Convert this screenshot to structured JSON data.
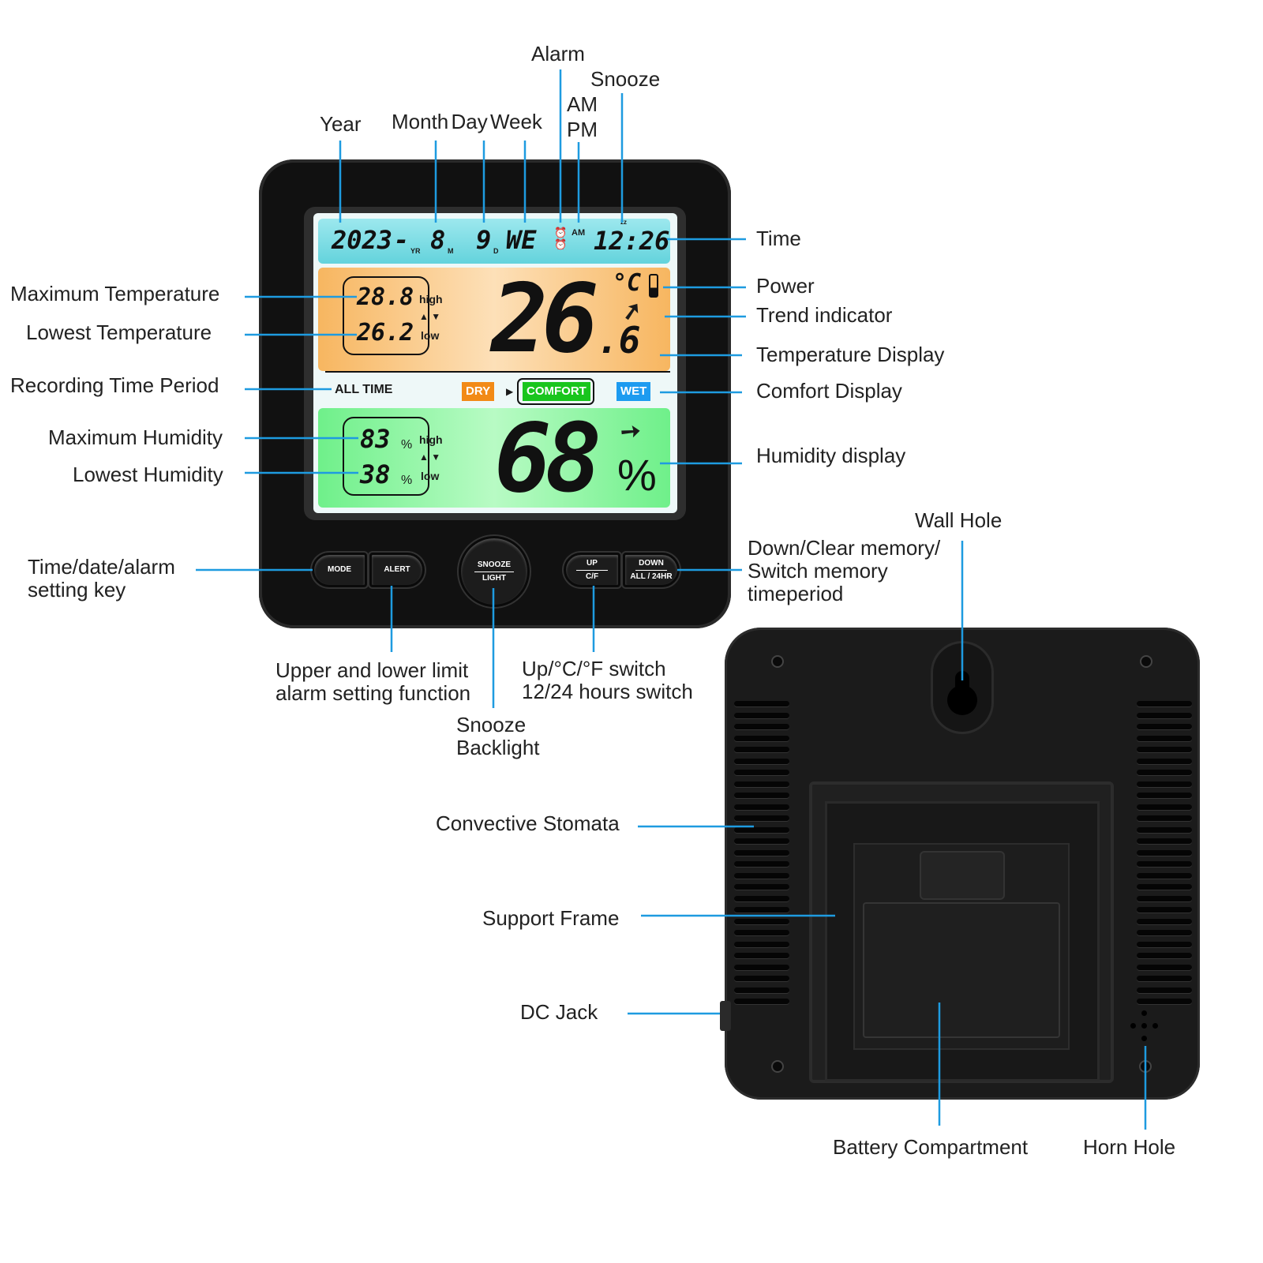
{
  "display": {
    "year": "2023",
    "year_unit": "YR",
    "month": "8",
    "month_unit": "M",
    "day": "9",
    "day_unit": "D",
    "weekday": "WE",
    "ampm": "AM",
    "time": "12:26",
    "snooze_mark": "zz",
    "max_temp": "28.8",
    "min_temp": "26.2",
    "temp_unit": "°C",
    "high": "high",
    "low": "low",
    "temperature": "26",
    "temperature_decimal": ".6",
    "period": "ALL TIME",
    "comfort": {
      "dry": "DRY",
      "comfort": "COMFORT",
      "wet": "WET",
      "dry_color": "#f28a16",
      "comfort_color": "#19c51d",
      "wet_color": "#1d9bf0"
    },
    "max_humidity": "83",
    "min_humidity": "38",
    "hum_unit": "%",
    "humidity": "68"
  },
  "buttons": {
    "mode": "MODE",
    "alert": "ALERT",
    "snooze": "SNOOZE",
    "light": "LIGHT",
    "up": "UP",
    "cf": "C/F",
    "down": "DOWN",
    "all24": "ALL / 24HR"
  },
  "labels": {
    "alarm": "Alarm",
    "snooze": "Snooze",
    "am": "AM",
    "pm": "PM",
    "year": "Year",
    "month_day_week": "Month Day Week",
    "time": "Time",
    "power": "Power",
    "trend": "Trend indicator",
    "temp_display": "Temperature Display",
    "comfort_display": "Comfort Display",
    "humidity_display": "Humidity display",
    "max_temp": "Maximum Temperature",
    "low_temp": "Lowest Temperature",
    "period": "Recording Time Period",
    "max_hum": "Maximum Humidity",
    "low_hum": "Lowest Humidity",
    "setting_key_1": "Time/date/alarm",
    "setting_key_2": "setting key",
    "limit_1": "Upper and lower limit",
    "limit_2": "alarm setting function",
    "snooze_1": "Snooze",
    "snooze_2": "Backlight",
    "up_1": "Up/°C/°F switch",
    "up_2": "12/24 hours switch",
    "wall_hole": "Wall Hole",
    "down_1": "Down/Clear memory/",
    "down_2": "Switch memory",
    "down_3": "timeperiod",
    "stomata": "Convective Stomata",
    "support": "Support Frame",
    "dc": "DC Jack",
    "battery": "Battery Compartment",
    "horn": "Horn Hole"
  },
  "accent": "#1e9be0"
}
